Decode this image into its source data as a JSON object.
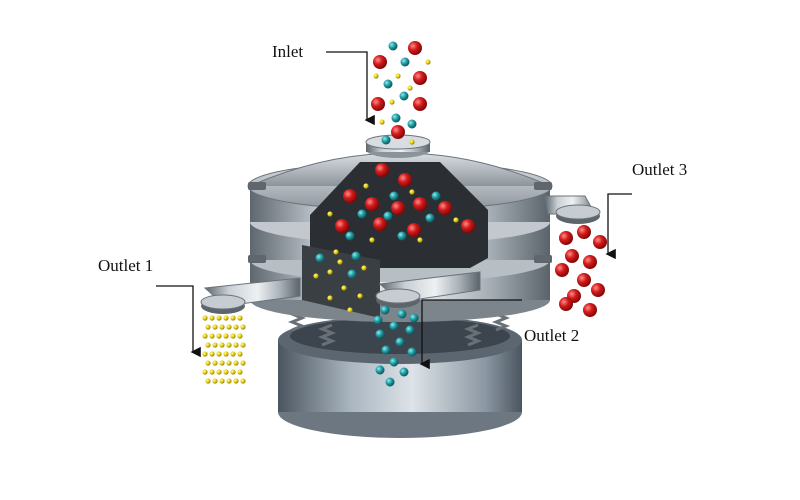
{
  "labels": {
    "inlet": "Inlet",
    "outlet1": "Outlet 1",
    "outlet2": "Outlet 2",
    "outlet3": "Outlet 3"
  },
  "colors": {
    "large_particle": "#d21a1a",
    "medium_particle": "#1a9aa0",
    "small_particle": "#e6d21a",
    "steel": "#9aa3ab"
  }
}
